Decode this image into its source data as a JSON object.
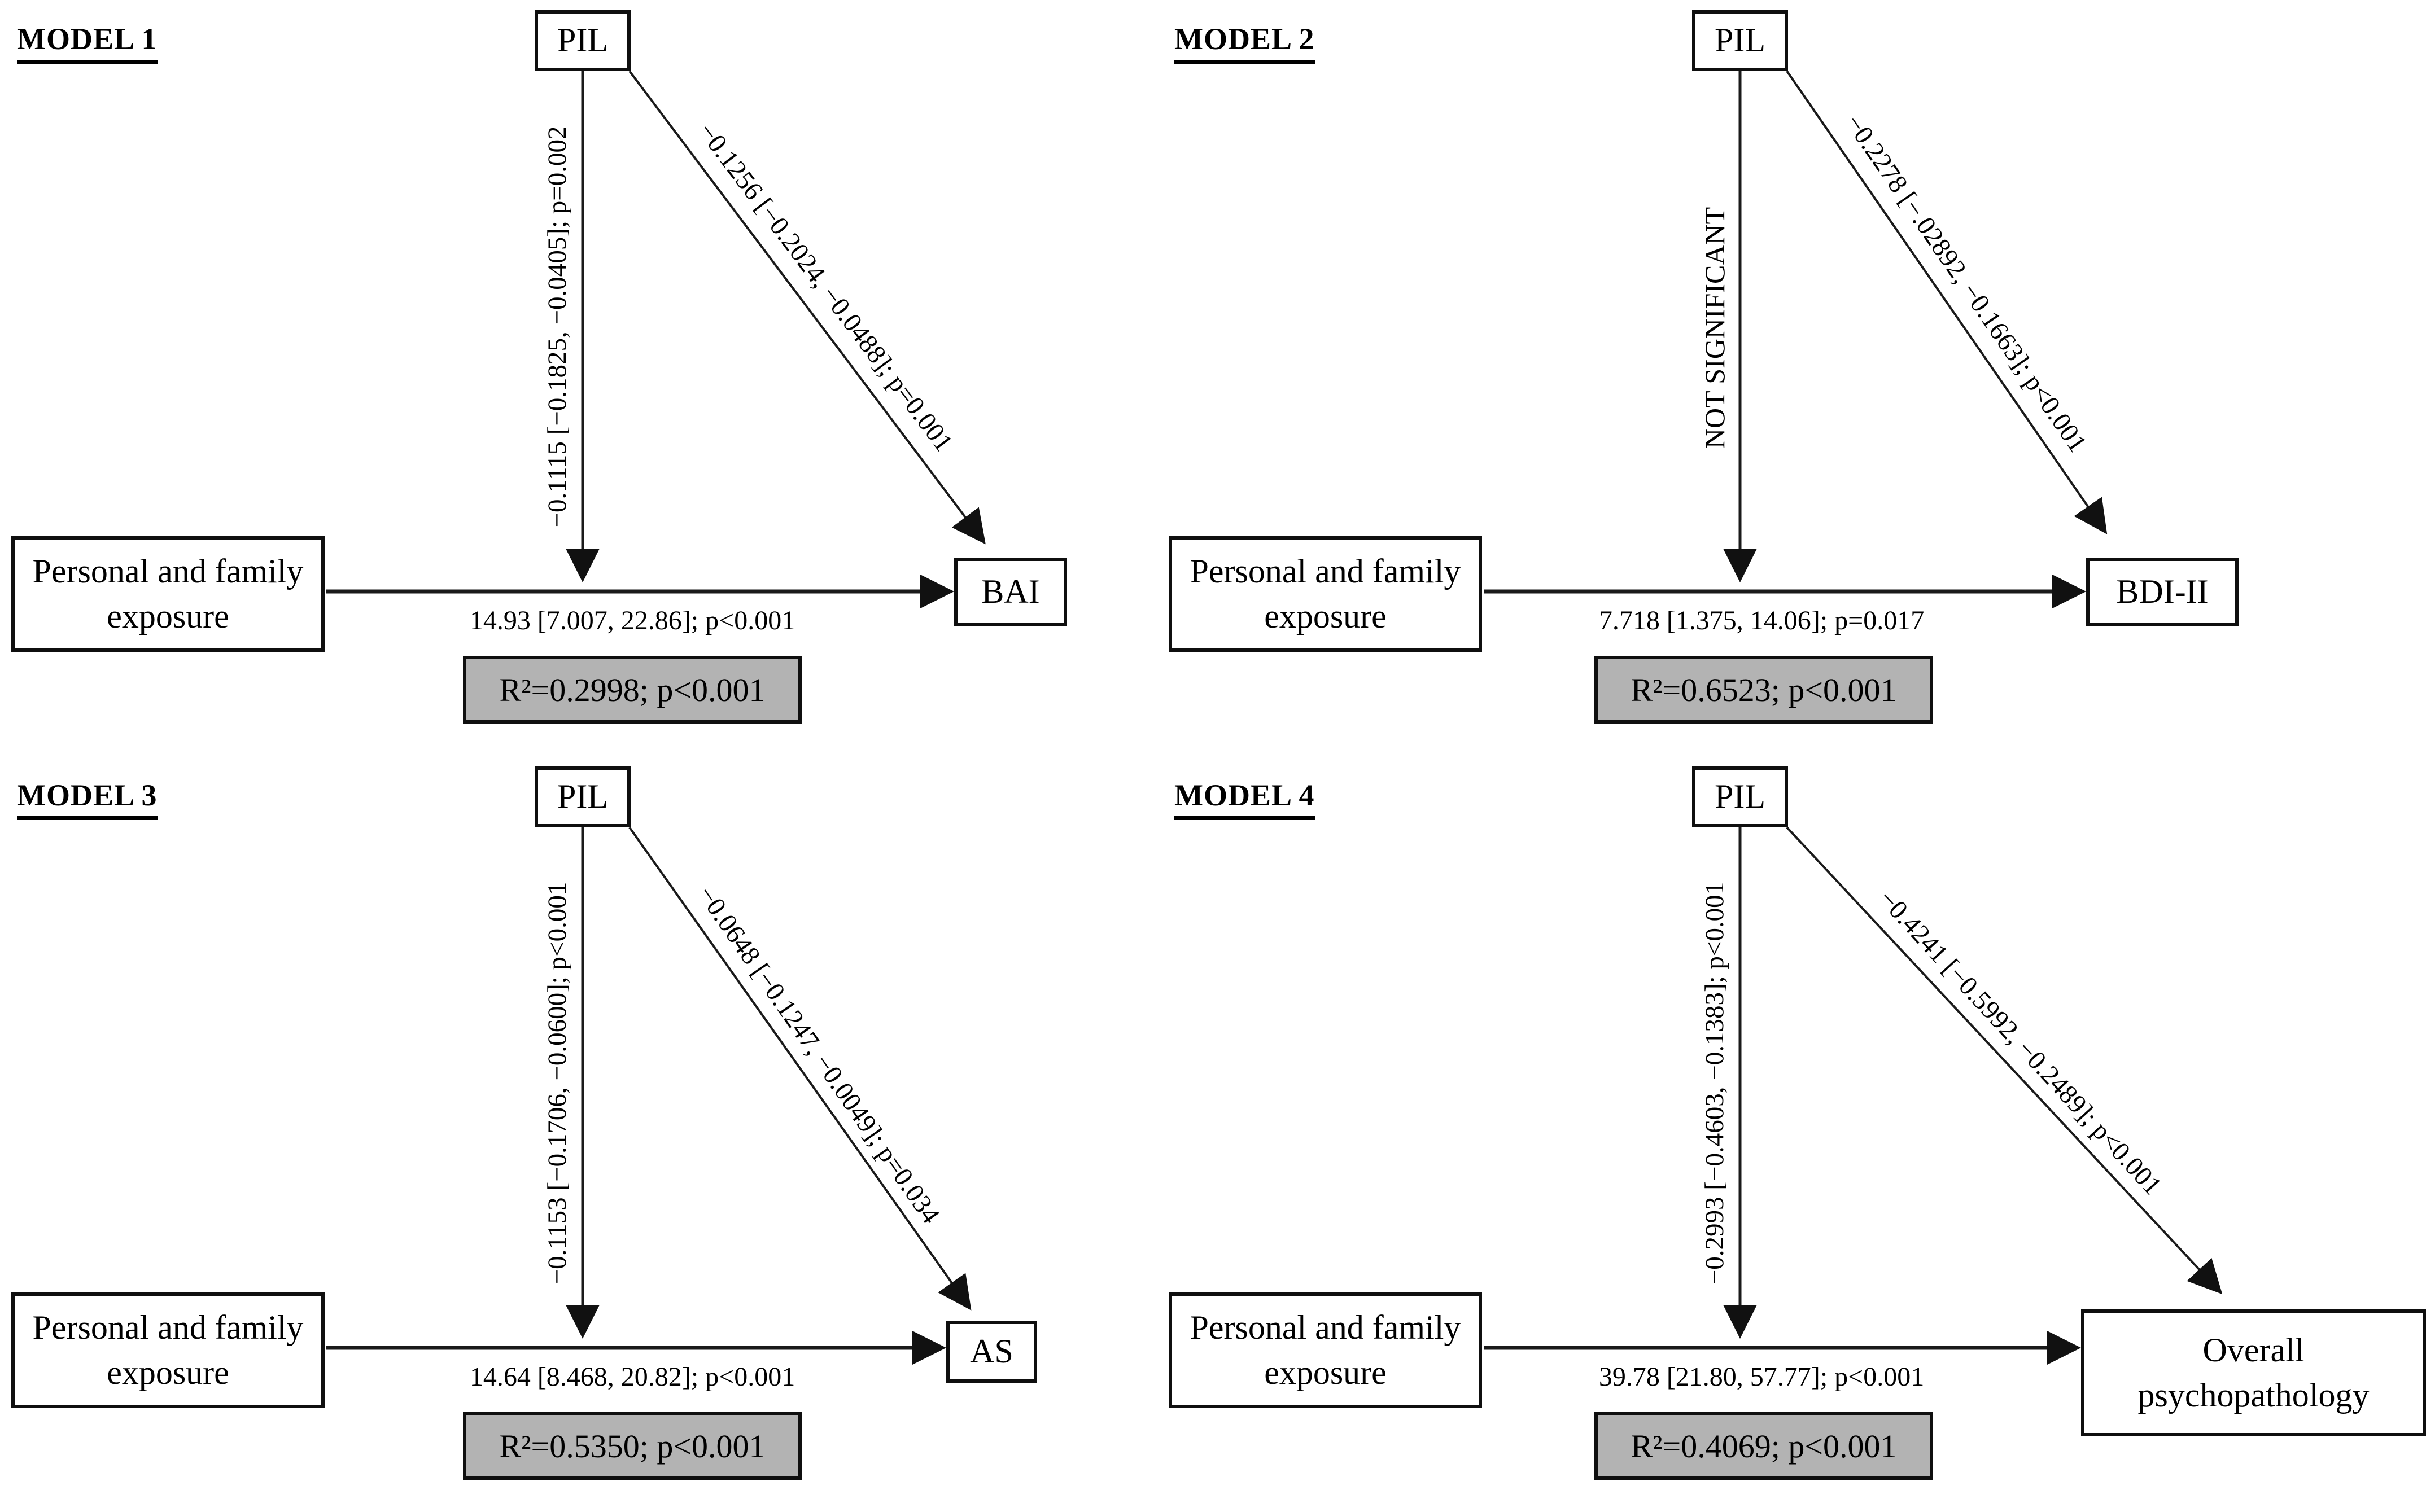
{
  "models": [
    {
      "title": "MODEL 1",
      "mediator": "PIL",
      "predictor": "Personal and family exposure",
      "outcome": "BAI",
      "path_a": "−0.1115 [−0.1825, −0.0405]; p=0.002",
      "path_b": "−0.1256 [−0.2024, −0.0488]; p=0.001",
      "path_c": "14.93 [7.007, 22.86]; p<0.001",
      "r2": "R²=0.2998; p<0.001"
    },
    {
      "title": "MODEL 2",
      "mediator": "PIL",
      "predictor": "Personal and family exposure",
      "outcome": "BDI-II",
      "path_a": "NOT SIGNIFICANT",
      "path_b": "−0.2278 [−.02892, −0.1663]; p<0.001",
      "path_c": "7.718 [1.375, 14.06]; p=0.017",
      "r2": "R²=0.6523; p<0.001"
    },
    {
      "title": "MODEL 3",
      "mediator": "PIL",
      "predictor": "Personal and family exposure",
      "outcome": "AS",
      "path_a": "−0.1153 [−0.1706, −0.0600]; p<0.001",
      "path_b": "−0.0648 [−0.1247, −0.0049]; p=0.034",
      "path_c": "14.64 [8.468, 20.82]; p<0.001",
      "r2": "R²=0.5350; p<0.001"
    },
    {
      "title": "MODEL 4",
      "mediator": "PIL",
      "predictor": "Personal and family exposure",
      "outcome": "Overall psychopathology",
      "path_a": "−0.2993 [−0.4603, −0.1383]; p<0.001",
      "path_b": "−0.4241 [−0.5992, −0.2489]; p<0.001",
      "path_c": "39.78 [21.80, 57.77]; p<0.001",
      "r2": "R²=0.4069; p<0.001"
    }
  ],
  "colors": {
    "r2_box_fill": "#b3b3b3",
    "box_border": "#0f0f0f",
    "arrow": "#1a1a1a",
    "text": "#000000"
  }
}
